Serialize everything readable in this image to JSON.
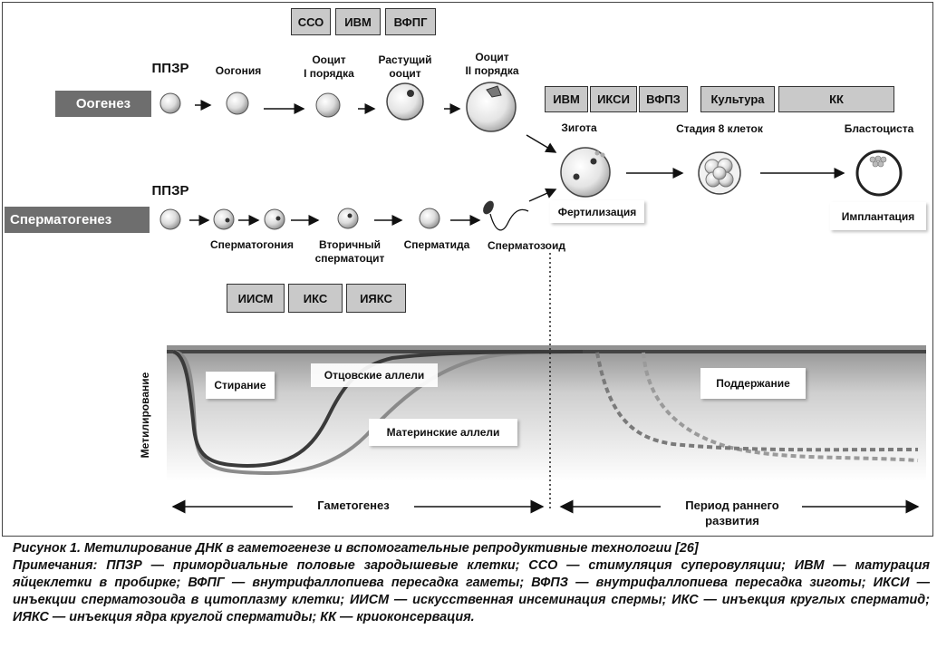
{
  "technique_tags": {
    "oocyte_stimulation": [
      "ССО",
      "ИВМ",
      "ВФПГ"
    ],
    "zygote": [
      "ИВМ",
      "ИКСИ",
      "ВФПЗ",
      "Культура",
      "КК"
    ],
    "sperm": [
      "ИИСМ",
      "ИКС",
      "ИЯКС"
    ]
  },
  "rows": {
    "oogenesis": "Оогенез",
    "spermatogenesis": "Сперматогенез"
  },
  "stage_labels": {
    "ppzr_top": "ППЗР",
    "oogonia": "Оогония",
    "oocyte1_line1": "Ооцит",
    "oocyte1_line2": "I порядка",
    "growing_line1": "Растущий",
    "growing_line2": "ооцит",
    "oocyte2_line1": "Ооцит",
    "oocyte2_line2": "II порядка",
    "zygote": "Зигота",
    "eight_cell": "Стадия 8 клеток",
    "blastocyst": "Бластоциста",
    "ppzr_bottom": "ППЗР",
    "spermatogonia": "Сперматогония",
    "secondary_line1": "Вторичный",
    "secondary_line2": "сперматоцит",
    "spermatid": "Сперматида",
    "spermatozoon": "Сперматозоид",
    "fertilization": "Фертилизация",
    "implantation": "Имплантация"
  },
  "chart": {
    "y_axis": "Метилирование",
    "erasure": "Стирание",
    "paternal": "Отцовские аллели",
    "maternal": "Материнские аллели",
    "maintenance": "Поддержание",
    "gametogenesis": "Гаметогенез",
    "early_dev_line1": "Период раннего",
    "early_dev_line2": "развития"
  },
  "caption": {
    "title": "Рисунок 1. Метилирование ДНК в гаметогенезе и вспомогательные репродуктивные технологии [26]",
    "notes": "Примечания: ППЗР — примордиальные половые зародышевые клетки; ССО — стимуляция суперовуляции; ИВМ — матурация яйцеклетки в пробирке; ВФПГ — внутрифаллопиева пересадка гаметы; ВФПЗ — внутрифаллопиева пересадка зиготы; ИКСИ — инъекции сперматозоида в цитоплазму клетки; ИИСМ — искусственная инсеминация спермы; ИКС — инъекция круглых сперматид; ИЯКС — инъекция ядра круглой сперматиды; КК — криоконсервация."
  },
  "colors": {
    "band": "#6e6e6e",
    "tag_fill": "#c9c9c9",
    "curve_dark": "#3a3a3a",
    "curve_gray": "#8a8a8a"
  }
}
